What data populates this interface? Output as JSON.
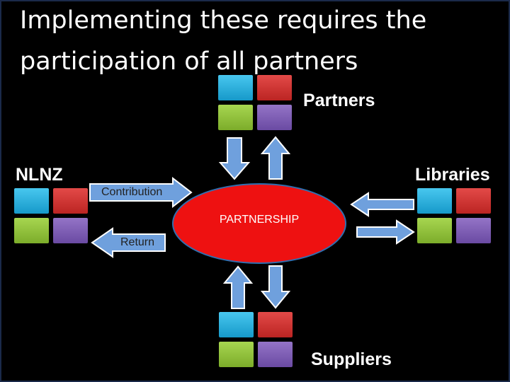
{
  "title": "Implementing these requires the participation of all partners",
  "labels": {
    "partners": "Partners",
    "nlnz": "NLNZ",
    "libraries": "Libraries",
    "suppliers": "Suppliers",
    "center": "PARTNERSHIP",
    "contribution": "Contribution",
    "return": "Return"
  },
  "colors": {
    "background": "#000000",
    "tile_cyan": "#2fb4e2",
    "tile_red": "#d0302e",
    "tile_green": "#92c13a",
    "tile_purple": "#7b5bb5",
    "ellipse": "#ee1111",
    "arrow_fill": "#6fa0dd",
    "arrow_stroke": "#ffffff"
  }
}
